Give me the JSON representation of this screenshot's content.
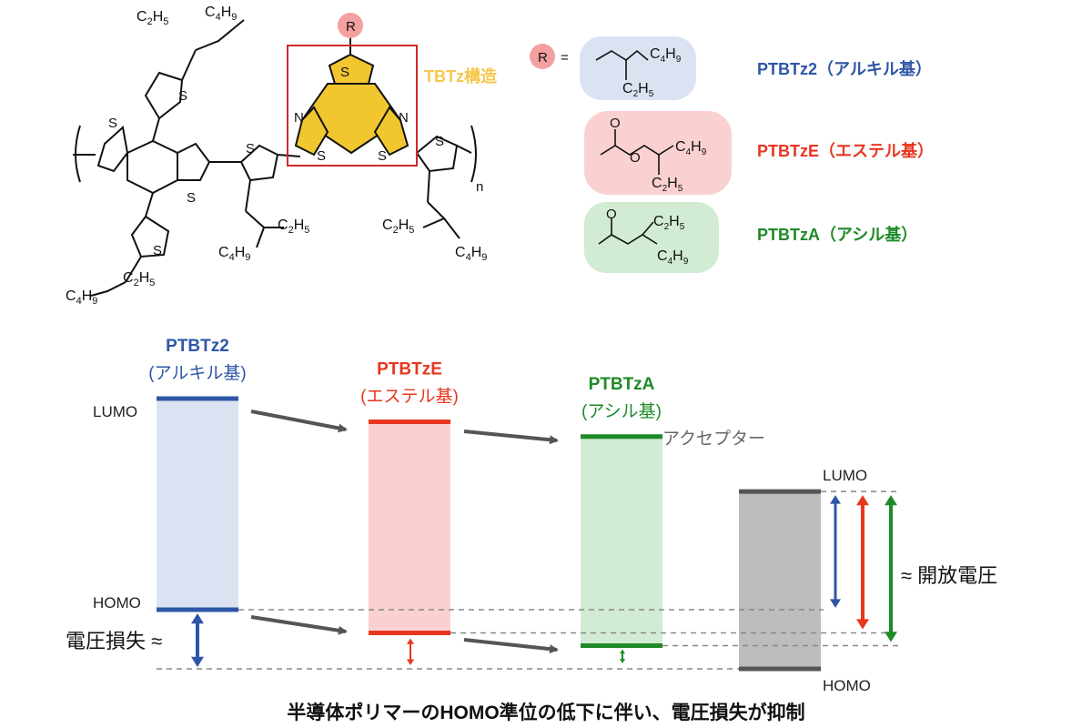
{
  "colors": {
    "blue": "#2e56a6",
    "red": "#e8361f",
    "green": "#1e8a28",
    "gold": "#f2c62f",
    "gold_label": "#f5c74a",
    "gray_bar": "#bdbdbd",
    "gray_line": "#555555",
    "blue_fill": "#dbe3f3",
    "red_fill": "#fbd0d0",
    "green_fill": "#d2ebd3",
    "r_badge": "#f4a0a0"
  },
  "structure": {
    "r_label": "R",
    "tbtz_label": "TBTz構造",
    "atoms": {
      "s": "S",
      "n": "N",
      "o": "O",
      "subscript_n": "n"
    },
    "equals": "=",
    "substituents": [
      {
        "name": "PTBTz2（アルキル基）",
        "color_key": "blue"
      },
      {
        "name": "PTBTzE（エステル基）",
        "color_key": "red"
      },
      {
        "name": "PTBTzA（アシル基）",
        "color_key": "green"
      }
    ]
  },
  "chart_data": {
    "type": "diagram",
    "levels": [
      {
        "name": "PTBTz2",
        "sub": "(アルキル基)",
        "color_key": "blue",
        "fill_key": "blue_fill",
        "lumo": 0.0,
        "homo": 1.0
      },
      {
        "name": "PTBTzE",
        "sub": "(エステル基)",
        "color_key": "red",
        "fill_key": "red_fill",
        "lumo": 0.11,
        "homo": 1.11
      },
      {
        "name": "PTBTzA",
        "sub": "(アシル基)",
        "color_key": "green",
        "fill_key": "green_fill",
        "lumo": 0.18,
        "homo": 1.17
      }
    ],
    "acceptor": {
      "name": "アクセプター",
      "lumo": 0.44,
      "homo": 1.28
    },
    "lumo_label": "LUMO",
    "homo_label": "HOMO",
    "voltage_loss_label": "電圧損失 ≈",
    "open_voltage_label": "≈ 開放電圧",
    "caption": "半導体ポリマーのHOMO準位の低下に伴い、電圧損失が抑制"
  }
}
